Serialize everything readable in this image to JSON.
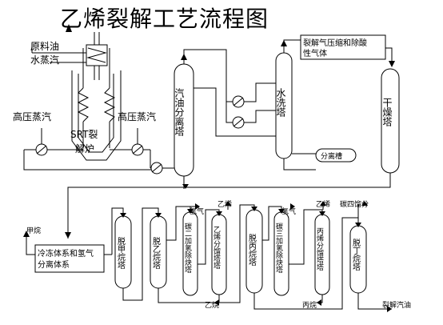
{
  "title": "乙烯裂解工艺流程图",
  "labels": {
    "crude_oil": "原料油",
    "water_steam": "水蒸汽",
    "hp_steam_left": "高压蒸汽",
    "hp_steam_right": "高压蒸汽",
    "srt_furnace_1": "SRT裂",
    "srt_furnace_2": "解炉",
    "gasoline_fractionator": "汽油分离塔",
    "water_wash_tower": "水洗塔",
    "drying_tower": "干燥塔",
    "compress_1": "裂解气压缩和除酸",
    "compress_2": "性气体",
    "separator_tank": "分离槽",
    "methane": "甲烷",
    "refrig_1": "冷冻体系和氢气",
    "refrig_2": "分离体系",
    "demethanizer": "脱甲烷塔",
    "deethanizer": "脱乙烷塔",
    "c2_hydrogenation": "碳二加氢除炔塔",
    "ethylene_splitter": "乙烯分馏塔塔",
    "depropanizer": "脱丙烷塔",
    "c3_hydrogenation": "碳三加氢除炔塔",
    "propylene_splitter": "丙烯分馏塔塔",
    "debutanizer": "脱丁烷塔",
    "hydrogen_1": "氢气",
    "ethylene_out": "乙烯",
    "hydrogen_2": "氢气",
    "propylene_out": "乙烯",
    "c4_fraction": "碳四馏分",
    "ethane_out": "乙烷",
    "propane_out": "丙烷",
    "pyrolysis_gasoline": "裂解汽油"
  }
}
